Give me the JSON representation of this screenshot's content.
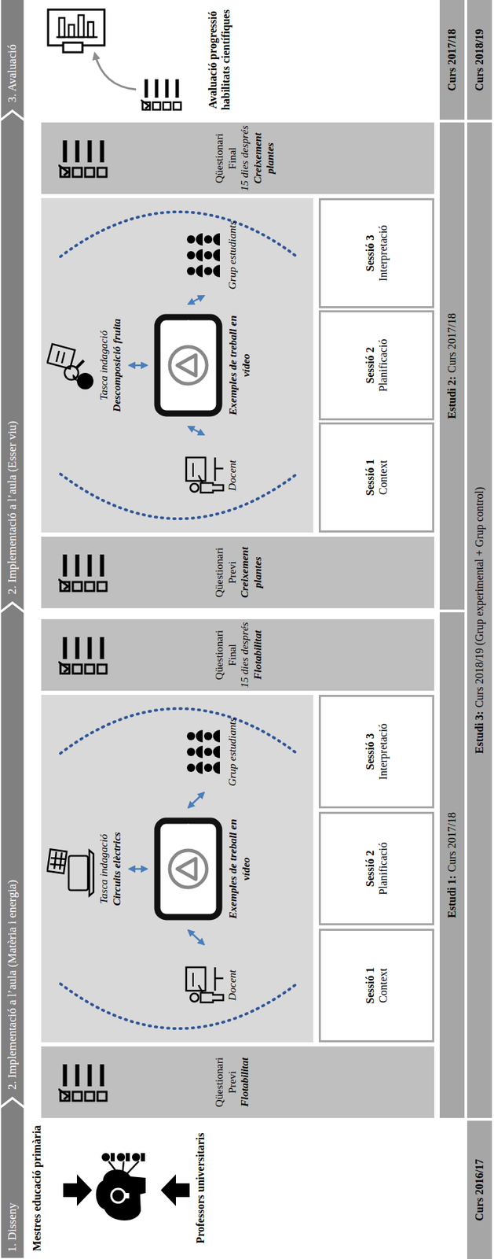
{
  "diagram": {
    "nodes": [
      {
        "text": [
          "1. Disseny"
        ]
      },
      {
        "text": [
          "2. Implementació a l’aula (Matèria i energia)"
        ]
      },
      {
        "text": [
          "2. Implementació a l’aula (Esser viu)"
        ]
      },
      {
        "text": [
          "3. Avaluació"
        ]
      },
      {
        "text": [
          "Qüestionari Previ",
          "Flotabilitat"
        ]
      },
      {
        "text": []
      },
      {
        "text": [
          "Tasca indagació",
          "Circuits elèctrics"
        ],
        "in": 5
      },
      {
        "text": [
          "Docent"
        ],
        "in": 5
      },
      {
        "text": [
          "Exemples de treball en vídeo"
        ],
        "in": 5
      },
      {
        "text": [
          "Grup estudiants"
        ],
        "in": 5
      },
      {
        "text": [
          "Sessió 1",
          "Context"
        ]
      },
      {
        "text": [
          "Sessió 2",
          "Planificació"
        ]
      },
      {
        "text": [
          "Sessió 3",
          "Interpretació"
        ]
      },
      {
        "text": [
          "Qüestionari Final",
          "15 dies després",
          "Flotabilitat"
        ]
      },
      {
        "text": [
          "Qüestionari Previ",
          "Creixement plantes"
        ]
      },
      {
        "text": []
      },
      {
        "text": [
          "Tasca indagació",
          "Descomposició fruita"
        ],
        "in": 15
      },
      {
        "text": [
          "Docent"
        ],
        "in": 15
      },
      {
        "text": [
          "Exemples de treball en vídeo"
        ],
        "in": 15
      },
      {
        "text": [
          "Grup estudiants"
        ],
        "in": 15
      },
      {
        "text": [
          "Sessió 1",
          "Context"
        ]
      },
      {
        "text": [
          "Sessió 2",
          "Planificació"
        ]
      },
      {
        "text": [
          "Sessió 3",
          "Interpretació"
        ]
      },
      {
        "text": [
          "Qüestionari Final",
          "15 dies després",
          "Creixement plantes"
        ]
      },
      {
        "text": [
          "Curs 2016/17"
        ]
      },
      {
        "text": [
          "Estudi 1:",
          "Curs 2017/18"
        ]
      },
      {
        "text": [
          "Estudi 2:",
          "Curs 2017/18"
        ]
      },
      {
        "text": [
          "Curs 2017/18"
        ]
      },
      {
        "text": [
          "Estudi 3:",
          "Curs 2018/19 (Grup experimental + Grup control)"
        ]
      },
      {
        "text": [
          "Curs 2018/19"
        ]
      }
    ],
    "edges": [
      {
        "from": 8,
        "to": 6,
        "arrow": "both"
      },
      {
        "from": 8,
        "to": 7,
        "arrow": "both"
      },
      {
        "from": 8,
        "to": 9,
        "arrow": "both"
      },
      {
        "from": 18,
        "to": 16,
        "arrow": "both"
      },
      {
        "from": 18,
        "to": 17,
        "arrow": "both"
      },
      {
        "from": 18,
        "to": 19,
        "arrow": "both"
      }
    ],
    "labels": [
      "Mestres educació primària",
      "Professors universitaris",
      "Avaluació progressió habilitats científiques"
    ]
  }
}
